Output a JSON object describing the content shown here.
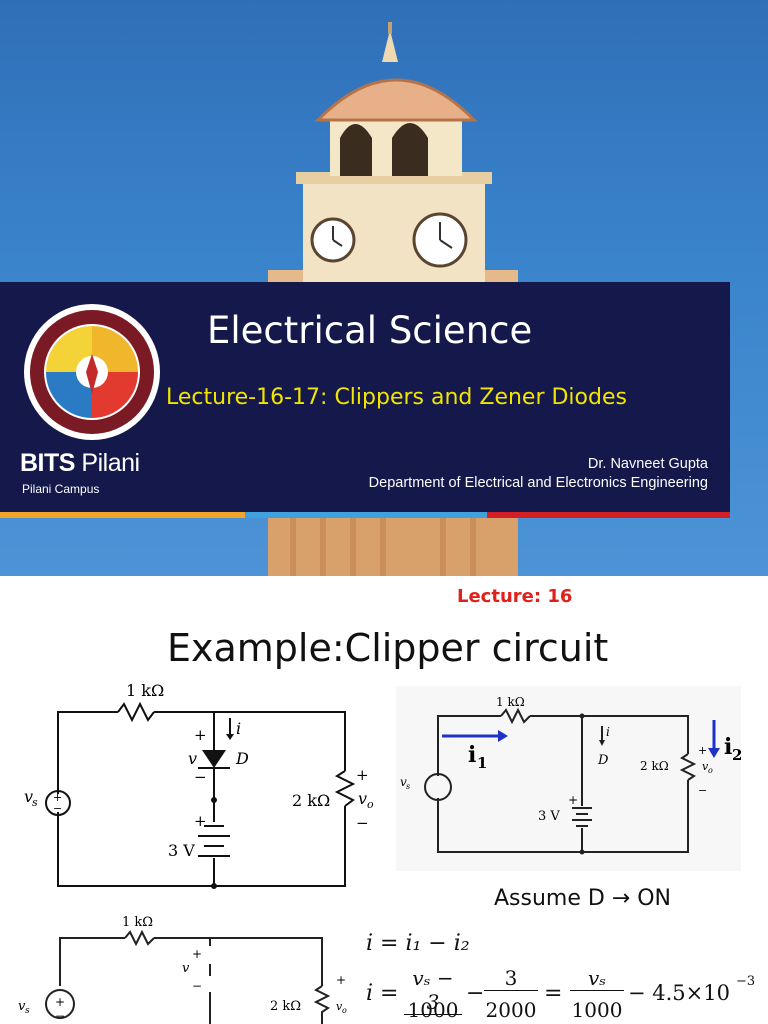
{
  "slide1": {
    "title": "Electrical Science",
    "subtitle": "Lecture-16-17: Clippers and Zener Diodes",
    "brand_bold": "BITS",
    "brand_rest": "Pilani",
    "campus": "Pilani Campus",
    "author": "Dr. Navneet Gupta",
    "department": "Department of Electrical and Electronics Engineering",
    "logo_icon": "bits-pilani-emblem-icon",
    "colors": {
      "banner": "#14184a",
      "subtitle": "#f3e500",
      "stripe_orange": "#f1a52a",
      "stripe_blue": "#3fa2dc",
      "stripe_red": "#d41f26"
    }
  },
  "slide2": {
    "lecture_tag": "Lecture: 16",
    "title": "Example:Clipper circuit",
    "assume_text": "Assume D → ON",
    "circuit_left": {
      "r1": "1 kΩ",
      "vs": "v",
      "vs_sub": "s",
      "diode_v": "v",
      "diode_i": "i",
      "diode_label": "D",
      "plus": "+",
      "minus": "−",
      "battery": "3 V",
      "r2": "2 kΩ",
      "vo": "v",
      "vo_sub": "o"
    },
    "circuit_right": {
      "r1": "1 kΩ",
      "i1": "i",
      "i1_sub": "1",
      "i2": "i",
      "i2_sub": "2",
      "diode_i": "i",
      "diode_label": "D",
      "battery": "3 V",
      "r2": "2 kΩ",
      "vs": "v",
      "vs_sub": "s",
      "vo": "v",
      "vo_sub": "o",
      "plus": "+",
      "minus": "−"
    },
    "circuit_bottom": {
      "r1": "1 kΩ",
      "diode_v": "v",
      "r2": "2 kΩ",
      "vs": "v",
      "vs_sub": "s",
      "vo": "v",
      "vo_sub": "o",
      "plus": "+",
      "minus": "−"
    },
    "equation1": "i = i₁ − i₂",
    "equation2_lhs": "i =",
    "eq2_frac1_num": "vₛ − 3",
    "eq2_frac1_den": "1000",
    "eq2_minus": "−",
    "eq2_frac2_num": "3",
    "eq2_frac2_den": "2000",
    "eq2_equals": "=",
    "eq2_frac3_num": "vₛ",
    "eq2_frac3_den": "1000",
    "eq2_tail": "− 4.5×10",
    "eq2_exp": "−3"
  }
}
